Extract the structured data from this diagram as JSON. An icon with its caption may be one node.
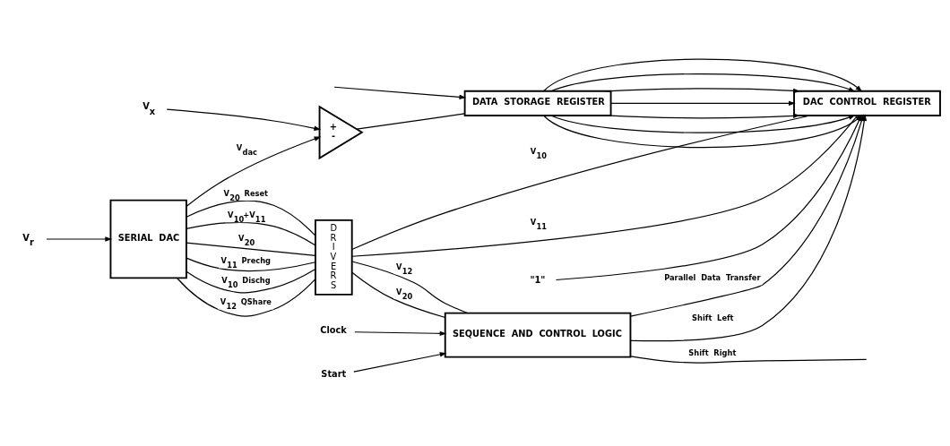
{
  "diagram": {
    "nodes": [
      {
        "text": [
          "V$_{x}$"
        ]
      },
      {
        "text": [
          "+",
          "-"
        ]
      },
      {
        "text": [
          "V$_{r}$"
        ]
      },
      {
        "text": [
          "SERIAL DAC"
        ]
      },
      {
        "text": [
          "DRIVERS"
        ]
      },
      {
        "text": [
          "DATA STORAGE REGISTER"
        ]
      },
      {
        "text": [
          "\"1\""
        ]
      },
      {
        "text": [
          "DAC CONTROL REGISTER"
        ]
      },
      {
        "text": [
          "Start"
        ]
      },
      {
        "text": [
          "Clock"
        ]
      },
      {
        "text": [
          "SEQUENCE AND CONTROL LOGIC"
        ]
      }
    ],
    "edges": [
      {
        "from": 0,
        "to": 1,
        "arrow": "to"
      },
      {
        "from": 3,
        "to": 1,
        "arrow": "to",
        "label": "V$_{dac}$"
      },
      {
        "from": 2,
        "to": 3,
        "arrow": "to"
      },
      {
        "from": 3,
        "to": 4,
        "arrow": "none",
        "label": "V$_{10}$+V$_{11}$"
      },
      {
        "from": 3,
        "to": 4,
        "arrow": "none",
        "label": "V$_{20}$"
      },
      {
        "from": 3,
        "to": 4,
        "arrow": "none",
        "label": "V$_{11}$ Prechg"
      },
      {
        "from": 3,
        "to": 4,
        "arrow": "none",
        "label": "V$_{10}$ Dischg"
      },
      {
        "from": 3,
        "to": 4,
        "arrow": "none",
        "label": "V$_{12}$ QShare"
      },
      {
        "from": 3,
        "to": 4,
        "arrow": "none",
        "label": "V$_{20}$ Reset"
      },
      {
        "from": 1,
        "to": 5,
        "arrow": "none"
      },
      {
        "from": null,
        "to": 5,
        "arrow": "to"
      },
      {
        "from": 5,
        "to": 7,
        "arrow": "to"
      },
      {
        "from": 5,
        "to": 7,
        "arrow": "to"
      },
      {
        "from": 5,
        "to": 7,
        "arrow": "to"
      },
      {
        "from": 5,
        "to": 7,
        "arrow": "to"
      },
      {
        "from": 5,
        "to": 7,
        "arrow": "to"
      },
      {
        "from": 5,
        "to": 7,
        "arrow": "to"
      },
      {
        "from": 5,
        "to": 7,
        "arrow": "to"
      },
      {
        "from": 6,
        "to": 7,
        "arrow": "to"
      },
      {
        "from": 4,
        "to": 7,
        "arrow": "none",
        "label": "V$_{11}$"
      },
      {
        "from": 4,
        "to": 7,
        "arrow": "none",
        "label": "V$_{10}$"
      },
      {
        "from": 4,
        "to": 10,
        "arrow": "none",
        "label": "V$_{12}$"
      },
      {
        "from": 4,
        "to": 10,
        "arrow": "none",
        "label": "V$_{20}$"
      },
      {
        "from": 8,
        "to": 10,
        "arrow": "to"
      },
      {
        "from": 9,
        "to": 10,
        "arrow": "to"
      },
      {
        "from": 10,
        "to": 7,
        "arrow": "to",
        "label": "Shift Left"
      },
      {
        "from": 10,
        "to": 7,
        "arrow": "to",
        "label": "Parallel Data Transfer"
      },
      {
        "from": 10,
        "to": null,
        "arrow": "none",
        "label": "Shift Right"
      }
    ]
  }
}
